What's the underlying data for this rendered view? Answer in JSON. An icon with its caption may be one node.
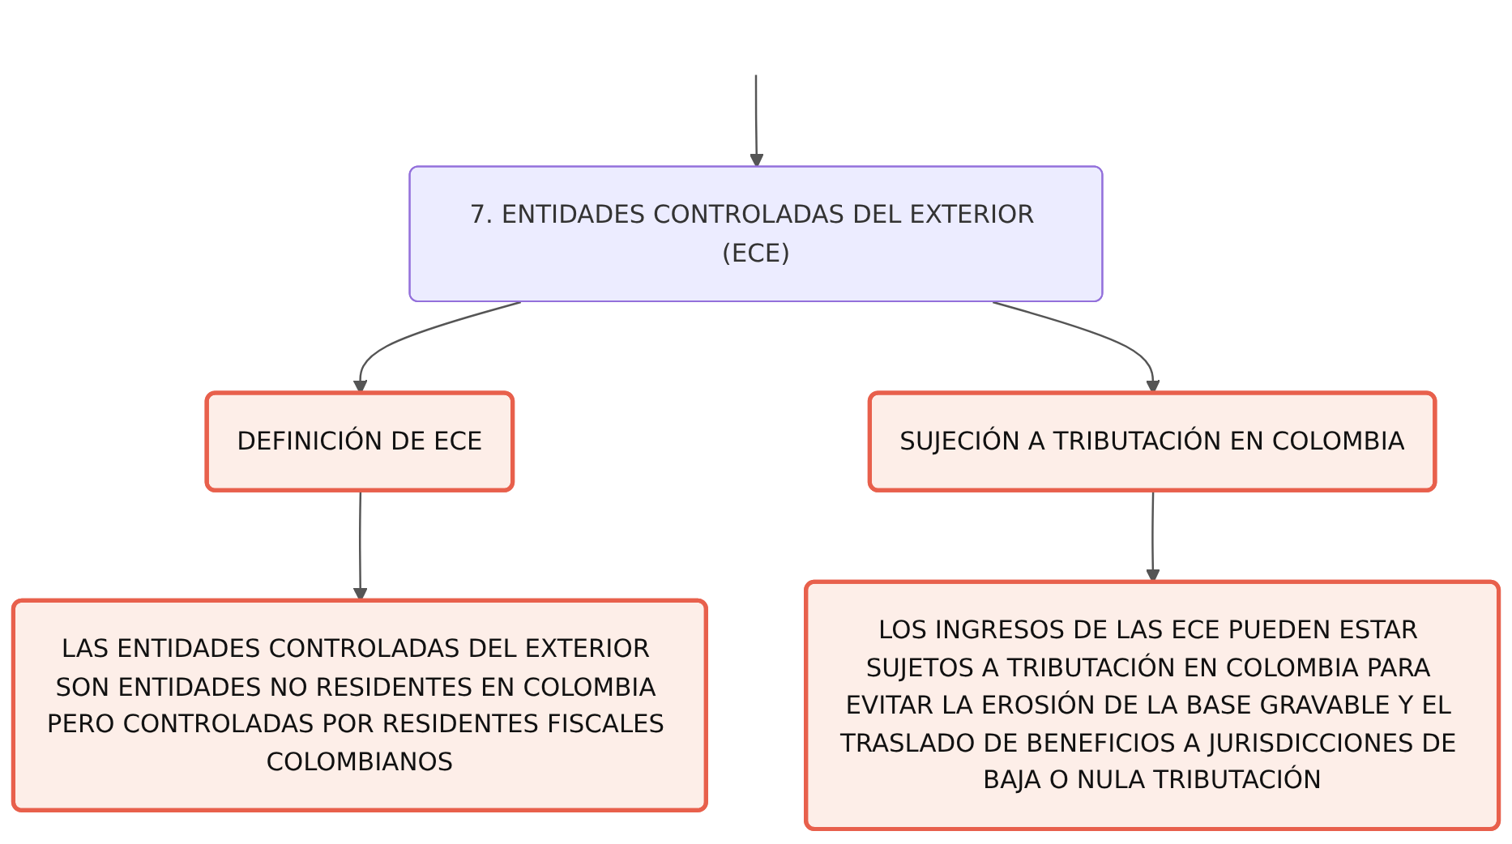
{
  "diagram": {
    "nodes": [
      {
        "text": [
          "7. ENTIDADES CONTROLADAS DEL EXTERIOR (ECE)"
        ]
      },
      {
        "text": [
          "DEFINICIÓN DE ECE"
        ]
      },
      {
        "text": [
          "SUJECIÓN A TRIBUTACIÓN EN COLOMBIA"
        ]
      },
      {
        "text": [
          "LAS ENTIDADES CONTROLADAS DEL EXTERIOR SON ENTIDADES NO RESIDENTES EN COLOMBIA PERO CONTROLADAS POR RESIDENTES FISCALES COLOMBIANOS"
        ]
      },
      {
        "text": [
          "LOS INGRESOS DE LAS ECE PUEDEN ESTAR SUJETOS A TRIBUTACIÓN EN COLOMBIA PARA EVITAR LA EROSIÓN DE LA BASE GRAVABLE Y EL TRASLADO DE BENEFICIOS A JURISDICCIONES DE BAJA O NULA TRIBUTACIÓN"
        ]
      }
    ],
    "edges": [
      {
        "from": null,
        "to": 0,
        "arrow": "to"
      },
      {
        "from": 0,
        "to": 1,
        "arrow": "to"
      },
      {
        "from": 0,
        "to": 2,
        "arrow": "to"
      },
      {
        "from": 1,
        "to": 3,
        "arrow": "to"
      },
      {
        "from": 2,
        "to": 4,
        "arrow": "to"
      }
    ]
  }
}
